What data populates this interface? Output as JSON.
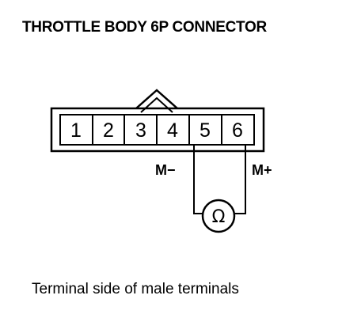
{
  "title": "THROTTLE BODY 6P CONNECTOR",
  "connector": {
    "pins": [
      "1",
      "2",
      "3",
      "4",
      "5",
      "6"
    ]
  },
  "terminals": {
    "minus": "M−",
    "plus": "M+"
  },
  "meter": {
    "symbol": "Ω",
    "icon": "ohmmeter-icon"
  },
  "caption": "Terminal side of male terminals"
}
